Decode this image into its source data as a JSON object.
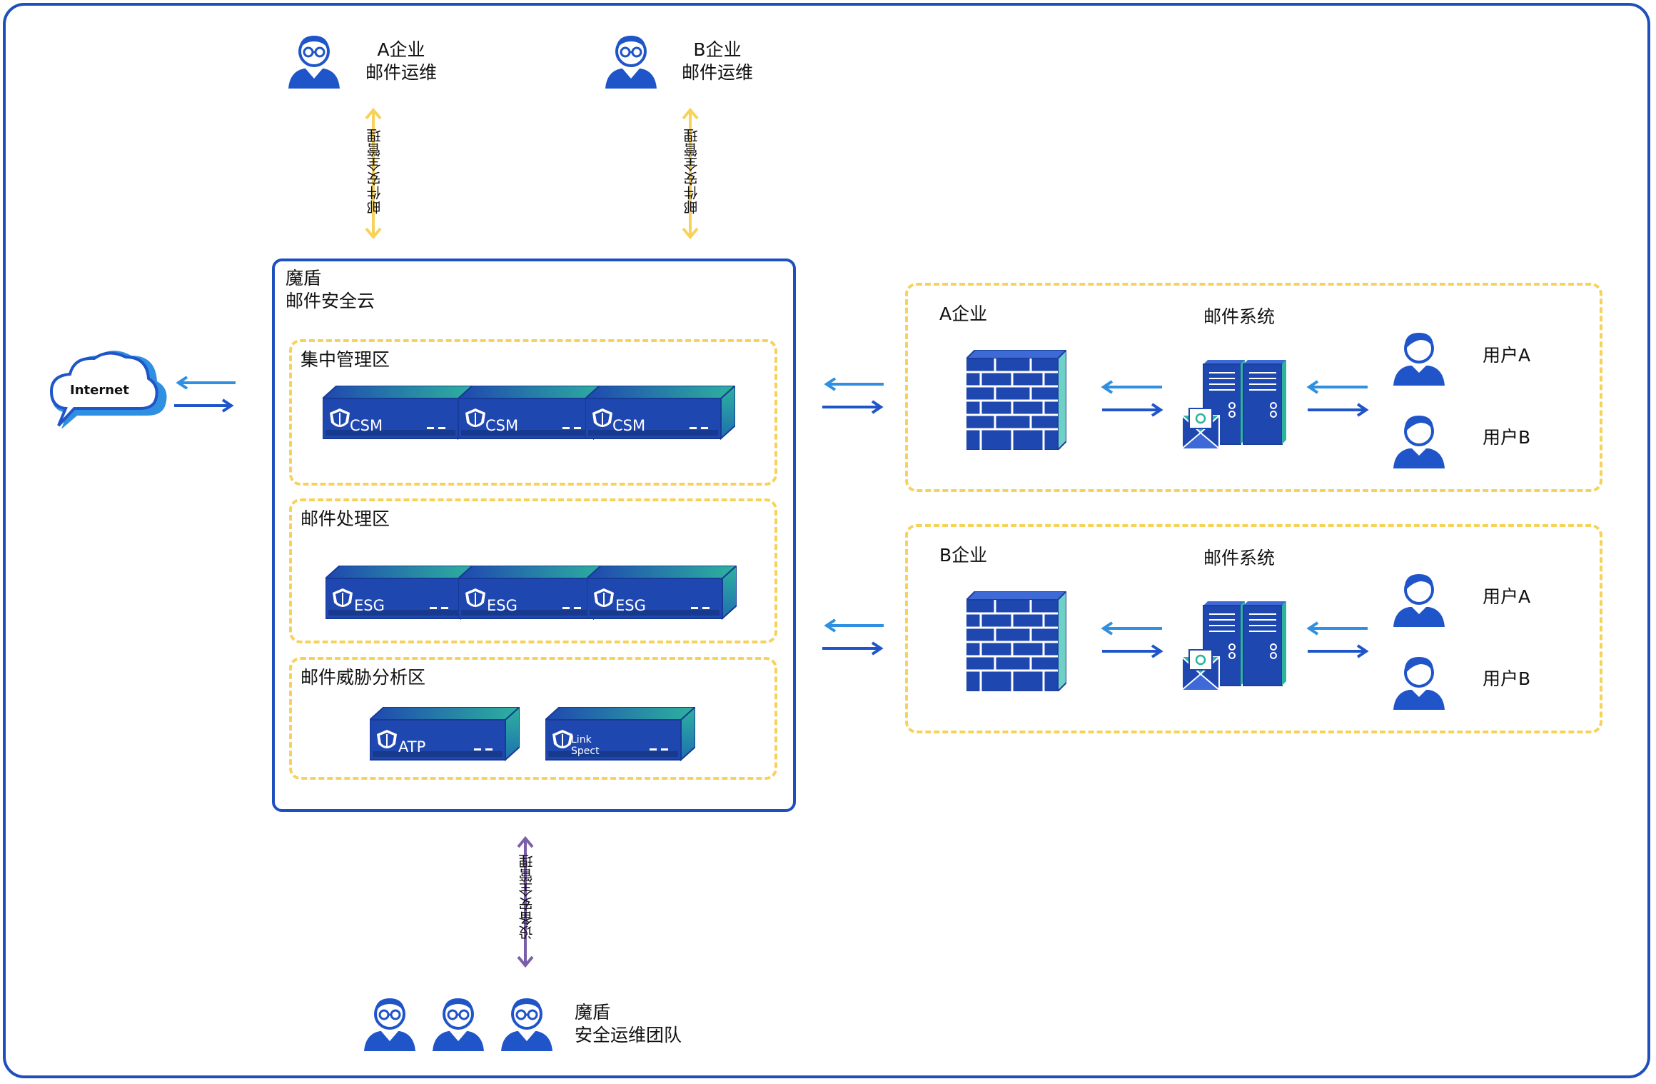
{
  "admins_top": [
    {
      "line1": "A企业",
      "line2": "邮件运维"
    },
    {
      "line1": "B企业",
      "line2": "邮件运维"
    }
  ],
  "mgmt_label": "邮件安全管理",
  "internet_label": "Internet",
  "cloud": {
    "title_line1": "魔盾",
    "title_line2": "邮件安全云"
  },
  "zones": [
    {
      "title": "集中管理区",
      "devices": [
        "CSM",
        "CSM",
        "CSM"
      ]
    },
    {
      "title": "邮件处理区",
      "devices": [
        "ESG",
        "ESG",
        "ESG"
      ]
    },
    {
      "title": "邮件威胁分析区",
      "devices": [
        "ATP",
        "Link Spect"
      ]
    }
  ],
  "device_mgmt_label": "设备安全管理",
  "team": {
    "line1": "魔盾",
    "line2": "安全运维团队"
  },
  "enterprises": [
    {
      "name": "A企业",
      "mail_system": "邮件系统",
      "users": [
        "用户A",
        "用户B"
      ]
    },
    {
      "name": "B企业",
      "mail_system": "邮件系统",
      "users": [
        "用户A",
        "用户B"
      ]
    }
  ],
  "colors": {
    "border": "#1d4fbf",
    "zone": "#f7d25a",
    "arrow_dark": "#1f55c8",
    "arrow_light": "#2f8fe0",
    "mgmt_arrow": "#f7d25a",
    "device_arrow": "#7a5fa8",
    "device_blue": "#1f47b0",
    "device_teal": "#2db39e"
  },
  "icons": [
    "person-glasses-icon",
    "person-icon",
    "cloud-icon",
    "firewall-icon",
    "mail-server-icon",
    "shield-icon"
  ]
}
